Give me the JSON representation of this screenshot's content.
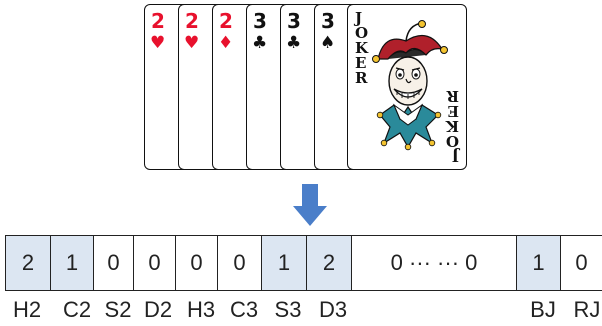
{
  "hand": {
    "cards": [
      {
        "rank": "2",
        "suit": "♥",
        "color": "red"
      },
      {
        "rank": "2",
        "suit": "♥",
        "color": "red"
      },
      {
        "rank": "2",
        "suit": "♦",
        "color": "red"
      },
      {
        "rank": "3",
        "suit": "♣",
        "color": "black"
      },
      {
        "rank": "3",
        "suit": "♣",
        "color": "black"
      },
      {
        "rank": "3",
        "suit": "♠",
        "color": "black"
      }
    ],
    "joker": {
      "word": "JOKER"
    }
  },
  "array": {
    "cells": [
      {
        "value": "2",
        "highlight": true
      },
      {
        "value": "1",
        "highlight": true
      },
      {
        "value": "0",
        "highlight": false
      },
      {
        "value": "0",
        "highlight": false
      },
      {
        "value": "0",
        "highlight": false
      },
      {
        "value": "0",
        "highlight": false
      },
      {
        "value": "1",
        "highlight": true
      },
      {
        "value": "2",
        "highlight": true
      },
      {
        "value": "0 ··· ··· 0",
        "highlight": false
      },
      {
        "value": "1",
        "highlight": true
      },
      {
        "value": "0",
        "highlight": false
      }
    ],
    "labels": [
      "H2",
      "C2",
      "S2",
      "D2",
      "H3",
      "C3",
      "S3",
      "D3",
      "BJ",
      "RJ"
    ]
  },
  "colors": {
    "highlight": "#dce6f2",
    "arrow": "#4a7ec9",
    "red_suit": "#e8112d"
  }
}
